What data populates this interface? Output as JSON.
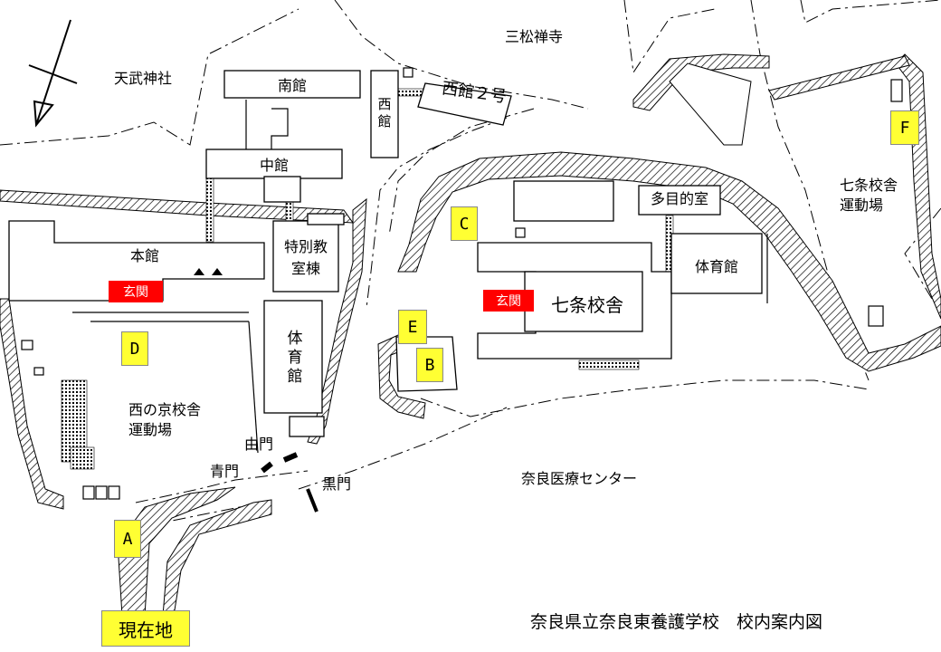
{
  "places": {
    "tenmu_shrine": "天武神社",
    "sansho_temple": "三松禅寺",
    "nara_medical": "奈良医療センター",
    "nishinokyo_ground_l1": "西の京校舎",
    "nishinokyo_ground_l2": "運動場",
    "shichijo_ground_l1": "七条校舎",
    "shichijo_ground_l2": "運動場"
  },
  "buildings": {
    "minami": "南館",
    "nishi": "西館",
    "naka": "中館",
    "honkan": "本館",
    "tokubetsu_l1": "特別教",
    "tokubetsu_l2": "室棟",
    "gym_west": "体育館",
    "nishi2": "西館２号",
    "tamokuteki": "多目的室",
    "gym_east": "体育館",
    "shichijo": "七条校舎"
  },
  "gates": {
    "yuimon": "由門",
    "aomon": "青門",
    "kuromon": "黒門"
  },
  "entrances": {
    "west": "玄関",
    "east": "玄関"
  },
  "markers": {
    "A": "A",
    "B": "B",
    "C": "C",
    "D": "D",
    "E": "E",
    "F": "F",
    "current": "現在地"
  },
  "map_title": "奈良県立奈良東養護学校　校内案内図",
  "colors": {
    "marker_fill": "#ffff33",
    "entrance_fill": "#ff0000",
    "line": "#000000"
  },
  "icons": [
    "north-arrow-icon"
  ]
}
